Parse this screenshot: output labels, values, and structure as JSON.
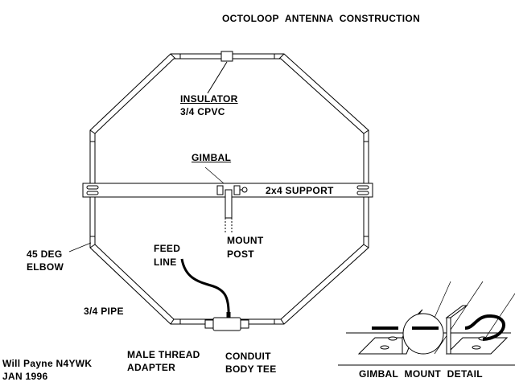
{
  "title": "OCTOLOOP   ANTENNA   CONSTRUCTION",
  "labels": {
    "insulator": "INSULATOR",
    "insulator_material": "3/4 CPVC",
    "gimbal": "GIMBAL",
    "support": "2x4 SUPPORT",
    "mount_1": "MOUNT",
    "mount_2": "POST",
    "feed_1": "FEED",
    "feed_2": "LINE",
    "elbow_1": "45 DEG",
    "elbow_2": "ELBOW",
    "pipe": "3/4 PIPE",
    "male_1": "MALE THREAD",
    "male_2": "ADAPTER",
    "conduit_1": "CONDUIT",
    "conduit_2": "BODY TEE",
    "author": "Will Payne N4YWK",
    "date": "JAN 1996",
    "detail": "GIMBAL   MOUNT   DETAIL"
  }
}
